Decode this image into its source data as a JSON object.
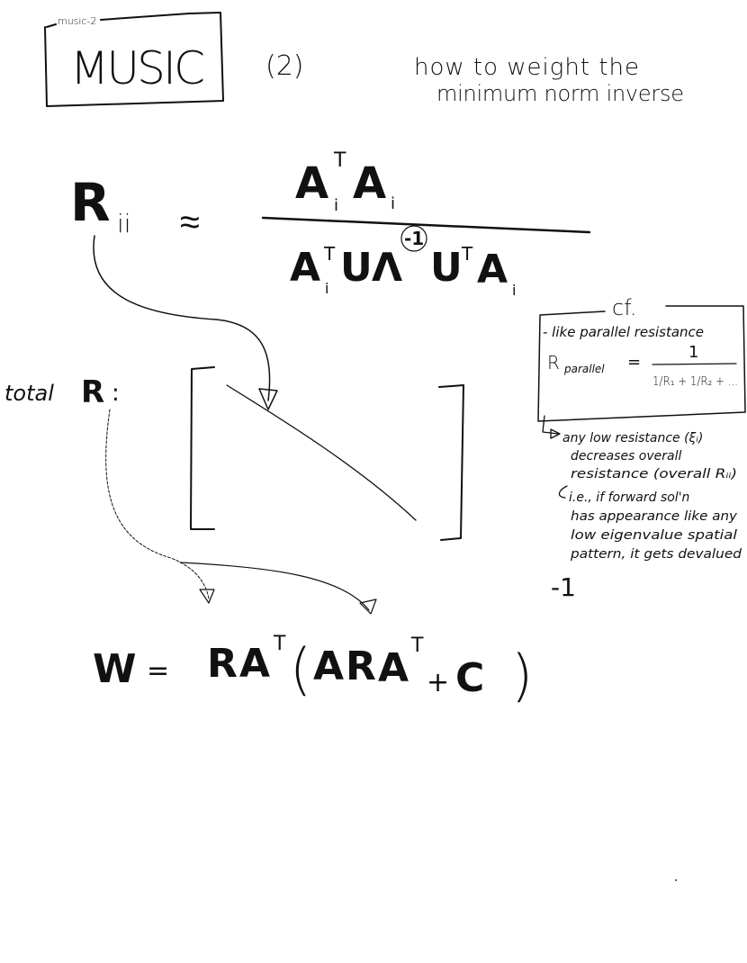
{
  "header": {
    "label": "music-2",
    "title": "MUSIC",
    "number": "(2)",
    "subtitle_line1": "how to weight the",
    "subtitle_line2": "minimum norm inverse"
  },
  "equation_r": {
    "lhs": "R",
    "lhs_sub": "ii",
    "approx": "≈",
    "numerator": {
      "a1": "A",
      "a1_sup": "T",
      "a1_sub": "i",
      "a2": "A",
      "a2_sub": "i"
    },
    "denominator": {
      "a1": "A",
      "a1_sup": "T",
      "a1_sub": "i",
      "u1": "U",
      "lambda": "Λ",
      "lambda_sup": "-1",
      "u2": "U",
      "u2_sup": "T",
      "a2": "A",
      "a2_sub": "i"
    }
  },
  "matrix": {
    "label": "total",
    "label_r": "R",
    "colon": ":"
  },
  "equation_w": {
    "w": "W",
    "eq": "=",
    "r1": "R",
    "a1": "A",
    "t1": "T",
    "lparen": "(",
    "a2": "A",
    "r2": "R",
    "a3": "A",
    "t2": "T",
    "plus": "+",
    "c": "C",
    "rparen": ")",
    "exp": "-1"
  },
  "cf_box": {
    "title": "cf.",
    "line1": "- like parallel resistance",
    "r_label": "R",
    "r_sub": "parallel",
    "eq": "=",
    "numerator": "1",
    "denominator": "1/R₁ + 1/R₂ + ..."
  },
  "notes": {
    "note1": [
      "any low resistance (ξᵢ)",
      "decreases overall",
      "resistance (overall Rᵢᵢ)"
    ],
    "note2": [
      "i.e., if forward sol'n",
      "has appearance like any",
      "low eigenvalue spatial",
      "pattern, it gets devalued"
    ]
  }
}
